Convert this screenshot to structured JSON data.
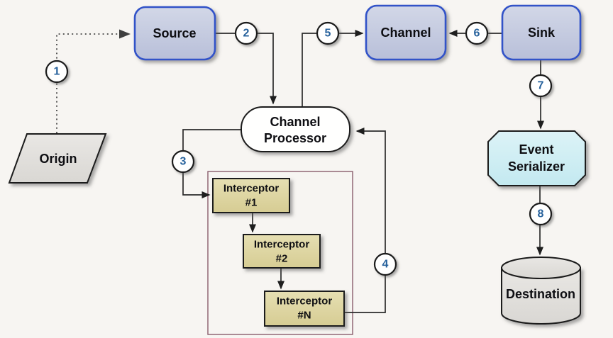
{
  "diagram": {
    "nodes": {
      "source": {
        "label": "Source"
      },
      "channel": {
        "label": "Channel"
      },
      "sink": {
        "label": "Sink"
      },
      "origin": {
        "label": "Origin"
      },
      "channel_processor": {
        "line1": "Channel",
        "line2": "Processor"
      },
      "interceptor_1": {
        "line1": "Interceptor",
        "line2": "#1"
      },
      "interceptor_2": {
        "line1": "Interceptor",
        "line2": "#2"
      },
      "interceptor_n": {
        "line1": "Interceptor",
        "line2": "#N"
      },
      "event_serializer": {
        "line1": "Event",
        "line2": "Serializer"
      },
      "destination": {
        "label": "Destination"
      }
    },
    "steps": [
      "1",
      "2",
      "3",
      "4",
      "5",
      "6",
      "7",
      "8"
    ]
  },
  "colors": {
    "background": "#f7f5f2",
    "blue_box_fill": "#c4cade",
    "blue_box_border": "#3353c8",
    "interceptor_fill": "#ddd49c",
    "serializer_fill": "#cdeef4",
    "gray_fill": "#e2e0dd",
    "processor_fill": "#fffffe",
    "frame_border": "#8a5d6d",
    "shape_border": "#1a1a1a",
    "line_color": "#2b2b2b",
    "dotted_line_color": "#4a4a4a",
    "step_number_color": "#26619c",
    "label_color": "#0e0e12"
  }
}
